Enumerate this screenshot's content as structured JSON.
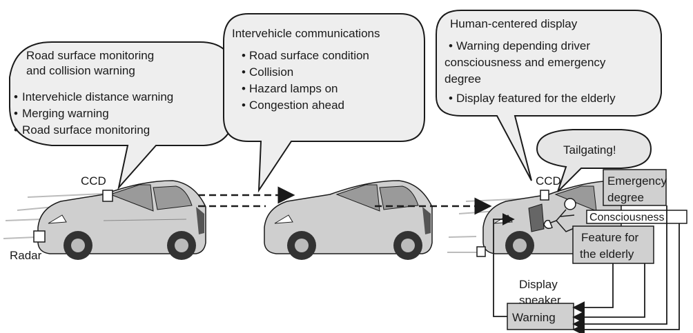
{
  "bubbles": {
    "road": {
      "title_lines": [
        "Road surface monitoring",
        "and collision warning"
      ],
      "items": [
        "Intervehicle distance warning",
        "Merging warning",
        "Road surface monitoring"
      ]
    },
    "inter": {
      "title": "Intervehicle communications",
      "items": [
        "Road surface condition",
        "Collision",
        "Hazard lamps on",
        "Congestion ahead"
      ]
    },
    "human": {
      "title": "Human-centered display",
      "item1_lines": [
        "Warning depending driver",
        "consciousness and emergency",
        "degree"
      ],
      "item2": "Display featured for the elderly"
    },
    "tailgating": "Tailgating!"
  },
  "labels": {
    "ccd_left": "CCD",
    "radar": "Radar",
    "ccd_right": "CCD",
    "display_speaker_lines": [
      "Display",
      "speaker"
    ]
  },
  "boxes": {
    "emergency_lines": [
      "Emergency",
      "degree"
    ],
    "consciousness": "Consciousness",
    "elderly_lines": [
      "Feature for",
      "the elderly"
    ],
    "warning": "Warning"
  },
  "bullet": "•",
  "colors": {
    "car_body": "#c8c8c8",
    "car_dark": "#444444",
    "box_fill": "#d0d0d0",
    "stroke": "#1a1a1a"
  }
}
